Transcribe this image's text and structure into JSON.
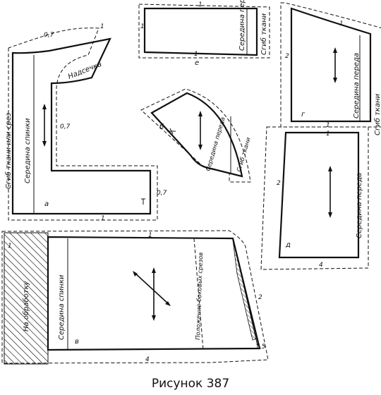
{
  "caption": "Рисунок 387",
  "pieces": {
    "a": {
      "letter": "а",
      "notch": "Надсечка",
      "fold": "Сгиб ткани или срез",
      "center": "Середина спинки",
      "allow_neck": "0,7",
      "allow_mid": "0,7",
      "allow_bottom": "0,7",
      "allow_top": "1",
      "allow_base": "1"
    },
    "b": {
      "letter": "б",
      "center": "Середина переда",
      "fold": "Сгиб ткани"
    },
    "e": {
      "letter": "е",
      "center": "Середина переда",
      "fold": "Сгиб ткани",
      "allow_top": "1",
      "allow_left": "1",
      "allow_base": "1"
    },
    "g": {
      "letter": "г",
      "center": "Середина переда",
      "fold": "Сгиб ткани",
      "allow_top": "1",
      "allow_side": "2",
      "allow_base": "1"
    },
    "d": {
      "letter": "д",
      "center": "Середина переда",
      "allow_top": "1",
      "allow_side": "2",
      "allow_base": "4"
    },
    "v": {
      "letter": "в",
      "center": "Середина спинки",
      "side_seam": "Положение боковых срезов",
      "facing": "На обработку",
      "allow_top": "1",
      "allow_facing": "1",
      "allow_side": "2",
      "allow_base": "4",
      "allow_corner": "1,5"
    }
  }
}
